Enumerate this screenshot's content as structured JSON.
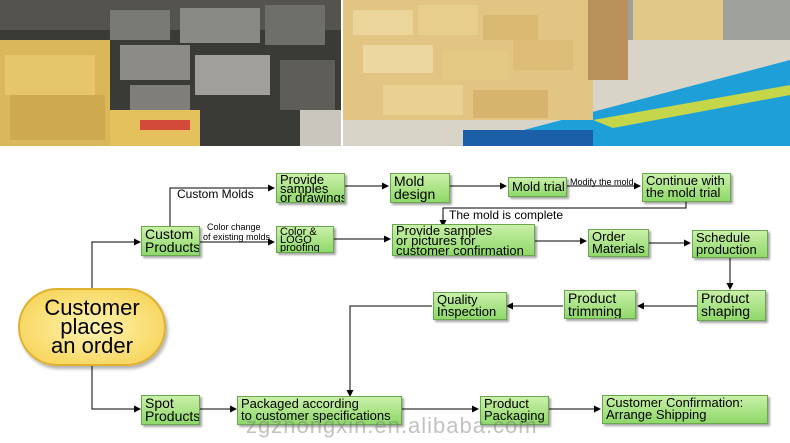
{
  "start": {
    "line1": "Customer",
    "line2": "places",
    "line3": "an order"
  },
  "branch_custom": {
    "line1": "Custom",
    "line2": "Products"
  },
  "branch_spot": {
    "line1": "Spot",
    "line2": "Products"
  },
  "labels": {
    "custom_molds": "Custom Molds",
    "color_change_1": "Color change",
    "color_change_2": "of existing molds",
    "modify_mold": "Modify the mold",
    "mold_complete": "The mold is complete"
  },
  "steps": {
    "provide_drawings": {
      "line1": "Provide",
      "line2": "samples",
      "line3": "or drawings"
    },
    "mold_design": {
      "line1": "Mold",
      "line2": "design"
    },
    "mold_trial": "Mold trial",
    "continue_trial": {
      "line1": "Continue with",
      "line2": "the mold trial"
    },
    "color_logo": {
      "line1": "Color &",
      "line2": "LOGO",
      "line3": "proofing"
    },
    "provide_samples": {
      "line1": "Provide samples",
      "line2": "or pictures for",
      "line3": "customer confirmation"
    },
    "order_materials": {
      "line1": "Order",
      "line2": "Materials"
    },
    "schedule_production": {
      "line1": "Schedule",
      "line2": "production"
    },
    "product_shaping": {
      "line1": "Product",
      "line2": "shaping"
    },
    "product_trimming": {
      "line1": "Product",
      "line2": "trimming"
    },
    "quality_inspection": {
      "line1": "Quality",
      "line2": "Inspection"
    },
    "packaged_according": {
      "line1": "Packaged according",
      "line2": "to customer specifications"
    },
    "product_packaging": {
      "line1": "Product",
      "line2": "Packaging"
    },
    "customer_confirmation": {
      "line1": "Customer Confirmation:",
      "line2": "Arrange Shipping"
    }
  },
  "watermark": "zgzhongxin.en.alibaba.com",
  "colors": {
    "box_fill": "#a9e388",
    "box_border": "#6aa84f",
    "oval_fill": "#f5cf4a",
    "arrow": "#000000",
    "floor": "#1e9fd8"
  }
}
